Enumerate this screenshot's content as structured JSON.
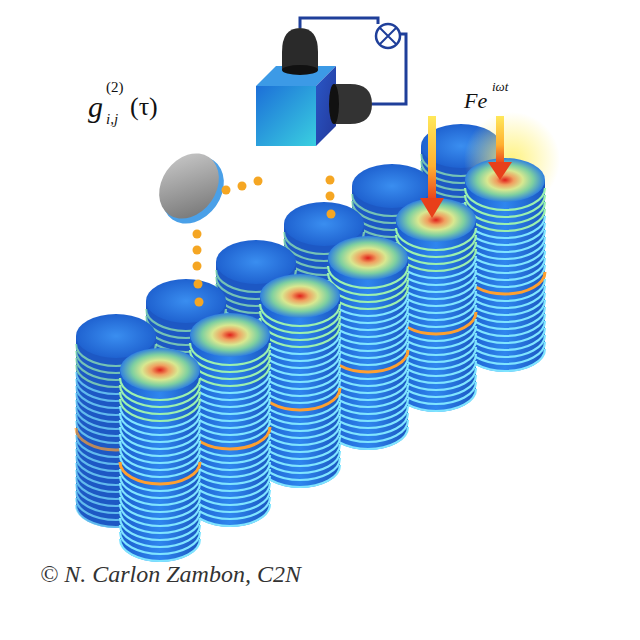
{
  "diagram": {
    "labels": [
      "g",
      "(2)",
      "i,j",
      "(τ)",
      "Fe",
      "iωt",
      "© N. Carlon Zambon, C2N"
    ]
  }
}
